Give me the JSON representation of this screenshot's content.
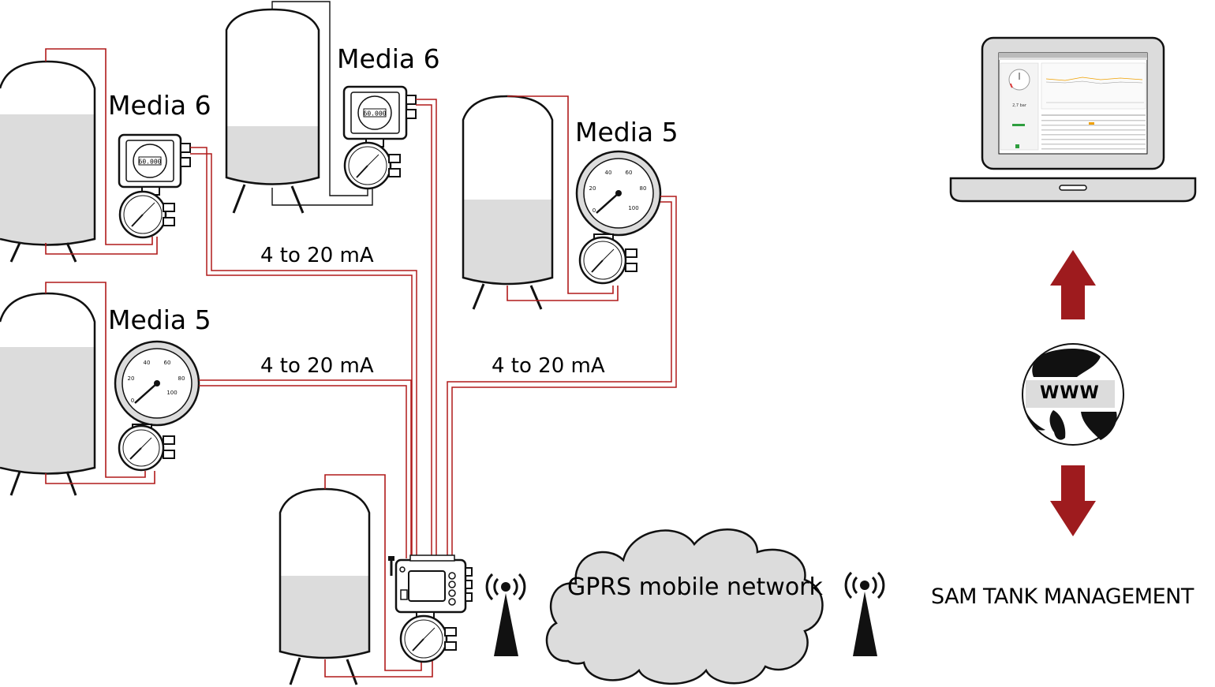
{
  "labels": {
    "media_6_left": "Media 6",
    "media_6_top": "Media 6",
    "media_5_left": "Media 5",
    "media_5_right": "Media 5",
    "signal_top": "4 to 20 mA",
    "signal_middle_left": "4 to 20 mA",
    "signal_middle_right": "4 to 20 mA",
    "network": "GPRS mobile network",
    "www": "WWW",
    "system": "SAM TANK MANAGEMENT",
    "display_reading": "60.000",
    "laptop_reading": "2,7 bar"
  },
  "gauge_scale": [
    "0",
    "20",
    "40",
    "60",
    "80",
    "100"
  ],
  "colors": {
    "line": "#b01a1a",
    "arrow": "#9e1b1e",
    "tank_fill": "#dcdcdc",
    "outline": "#111111"
  },
  "icons": [
    "tank-icon",
    "pressure-gauge-icon",
    "display-transmitter-icon",
    "data-logger-icon",
    "antenna-icon",
    "cloud-icon",
    "globe-icon",
    "laptop-icon",
    "arrow-up-icon",
    "arrow-down-icon"
  ]
}
